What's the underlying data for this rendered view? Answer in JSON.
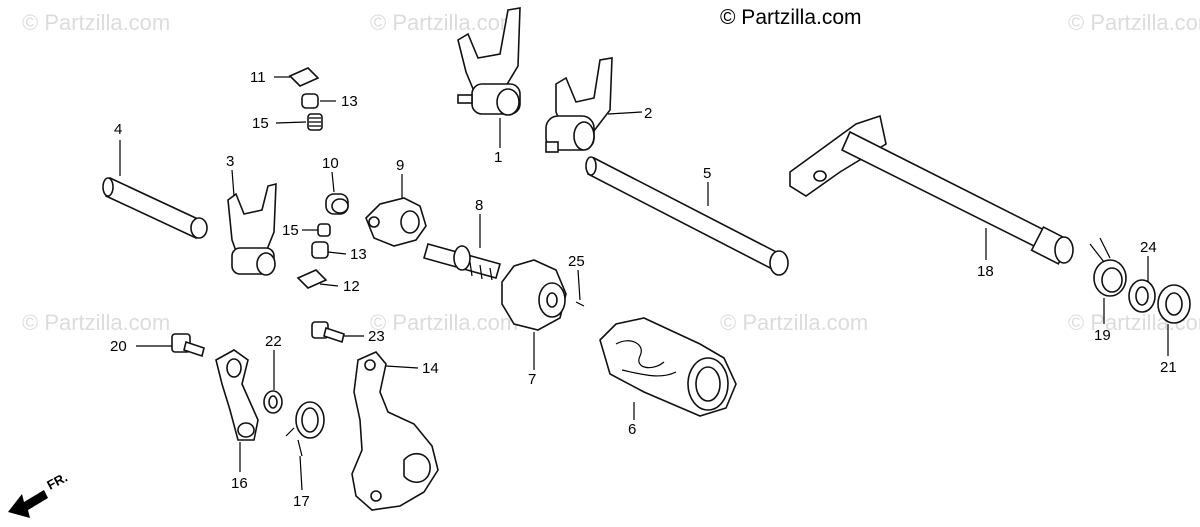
{
  "copyright": "© Partzilla.com",
  "watermark": "© Partzilla.com",
  "direction_label": "FR.",
  "callouts": {
    "c1": "1",
    "c2": "2",
    "c3": "3",
    "c4": "4",
    "c5": "5",
    "c6": "6",
    "c7": "7",
    "c8": "8",
    "c9": "9",
    "c10": "10",
    "c11": "11",
    "c12": "12",
    "c13a": "13",
    "c13b": "13",
    "c14": "14",
    "c15a": "15",
    "c15b": "15",
    "c16": "16",
    "c17": "17",
    "c18": "18",
    "c19": "19",
    "c20": "20",
    "c21": "21",
    "c22": "22",
    "c23": "23",
    "c24": "24",
    "c25": "25"
  }
}
